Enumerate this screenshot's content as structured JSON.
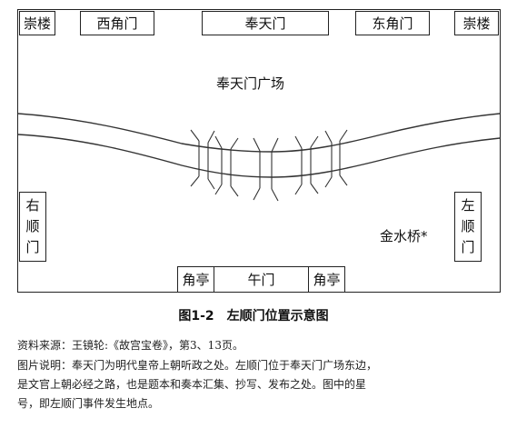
{
  "top_boxes": {
    "tower_left": "崇楼",
    "west_gate": "西角门",
    "main_gate": "奉天门",
    "east_gate": "东角门",
    "tower_right": "崇楼"
  },
  "square_label": "奉天门广场",
  "side_gates": {
    "right_shunmen": [
      "右",
      "顺",
      "门"
    ],
    "left_shunmen": [
      "左",
      "顺",
      "门"
    ]
  },
  "bridge_label": "金水桥*",
  "bottom_boxes": {
    "pavilion_left": "角亭",
    "meridian_gate": "午门",
    "pavilion_right": "角亭"
  },
  "figure_caption": {
    "number": "图1-2",
    "title": "左顺门位置示意图"
  },
  "source_line": "资料来源：王镜轮:《故宫宝卷》，第3、13页。",
  "description_lines": [
    "图片说明：奉天门为明代皇帝上朝听政之处。左顺门位于奉天门广场东边，",
    "是文官上朝必经之路，也是题本和奏本汇集、抄写、发布之处。图中的星",
    "号，即左顺门事件发生地点。"
  ]
}
